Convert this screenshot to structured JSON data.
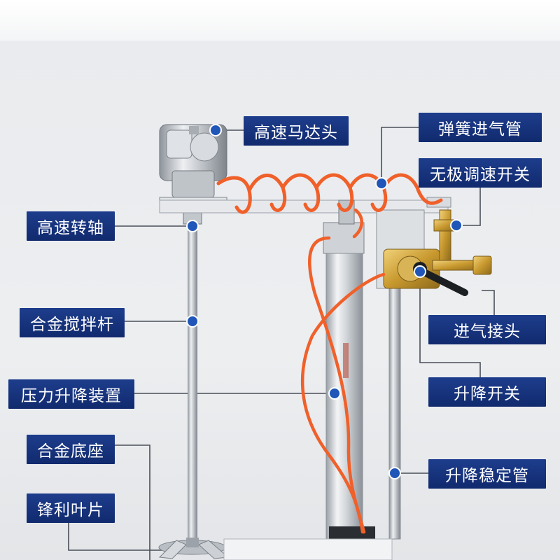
{
  "labels": {
    "motor_head": "高速马达头",
    "spring_hose": "弹簧进气管",
    "speed_switch": "无极调速开关",
    "shaft": "高速转轴",
    "stir_rod": "合金搅拌杆",
    "lift_device": "压力升降装置",
    "base": "合金底座",
    "blade": "锋利叶片",
    "air_inlet": "进气接头",
    "lift_switch": "升降开关",
    "stabilizer": "升降稳定管"
  },
  "colors": {
    "label_bg": "#17367f",
    "leader_line": "#4a4f58",
    "dot": "#1f56b8",
    "hose": "#f0602a",
    "metal": "#c9cdd2"
  }
}
